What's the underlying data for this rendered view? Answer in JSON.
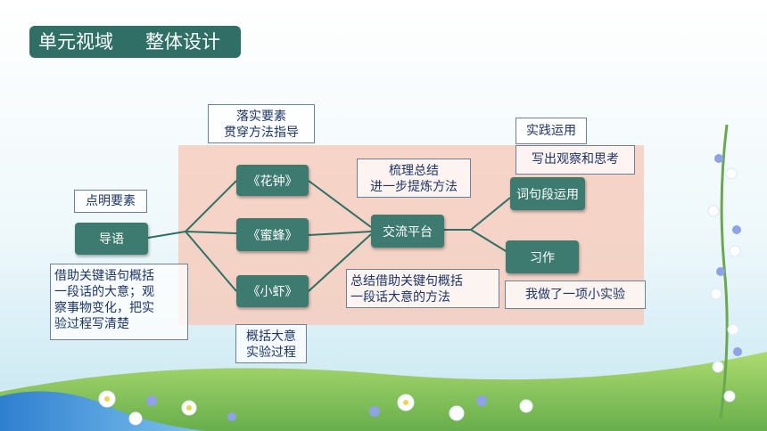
{
  "header": {
    "title_part1": "单元视域",
    "title_part2": "整体设计"
  },
  "nodes": {
    "daoyu": "导语",
    "huazhong": "《花钟》",
    "mifeng": "《蜜蜂》",
    "xiaoxia": "《小虾》",
    "jiaoliu": "交流平台",
    "ciju": "词句段运用",
    "xizuo": "习作"
  },
  "notes": {
    "luoshi": "落实要素",
    "guanchuan": "贯穿方法指导",
    "dianming": "点明要素",
    "jiezhu": [
      "借助关键语句概括",
      "一段话的大意；观",
      "察事物变化，把实",
      "验过程写清楚"
    ],
    "shuli": "梳理总结",
    "jinyibu": "进一步提炼方法",
    "zongjie": [
      "总结借助关键句概括",
      "一段话大意的方法"
    ],
    "gaikuo": [
      "概括大意",
      "实验过程"
    ],
    "shijian": "实践运用",
    "xiechu": "写出观察和思考",
    "zuole": "我做了一项小实验"
  },
  "colors": {
    "node": "#3d7a70",
    "title": "#2f6f66",
    "panel": "#f6cdbd",
    "line": "#2f6f66",
    "text": "#1d3566"
  }
}
